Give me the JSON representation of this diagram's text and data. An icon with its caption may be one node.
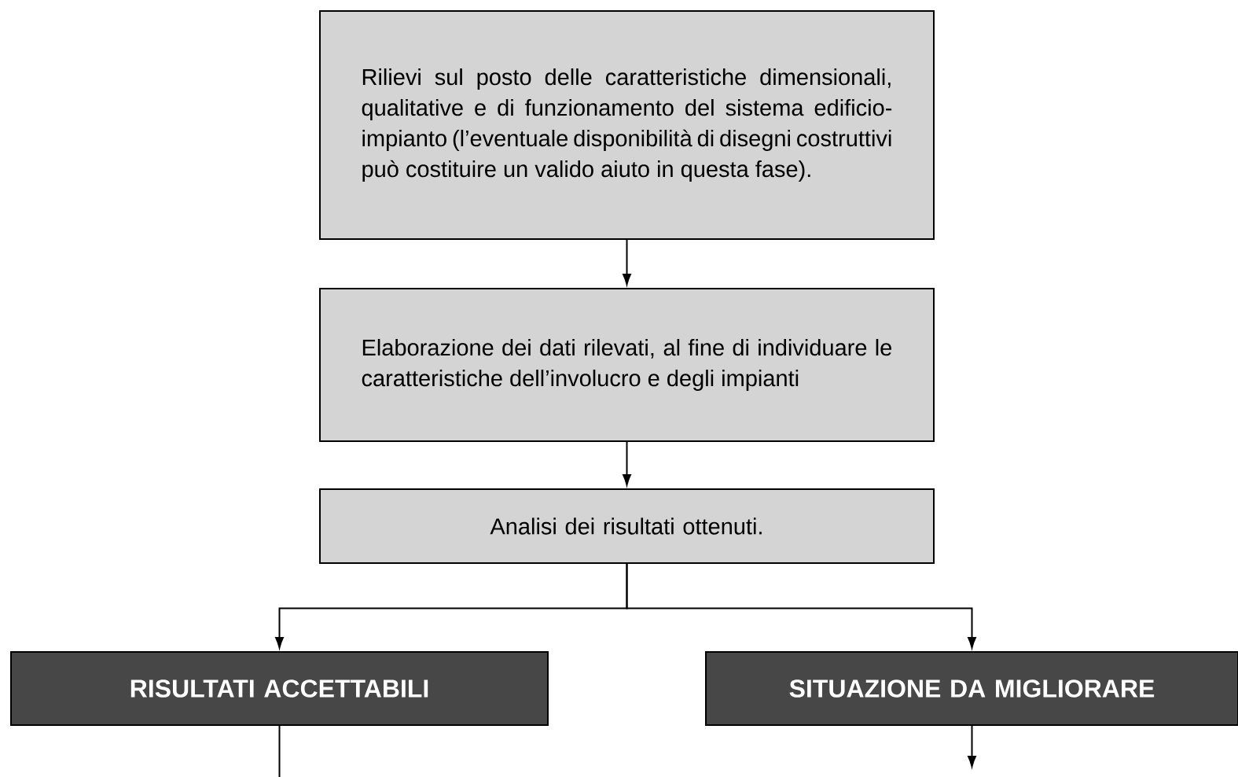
{
  "diagram": {
    "nodes": [
      {
        "text": [
          "Rilievi sul posto delle caratteristiche dimensionali, qualitative e di funzionamento del sistema edificio-impianto (l’eventuale disponibilità di disegni costruttivi può costituire un valido aiuto in questa fase)."
        ]
      },
      {
        "text": [
          "Elaborazione dei dati rilevati, al fine di individuare le caratteristiche dell’involucro e degli impianti"
        ]
      },
      {
        "text": [
          "Analisi dei risultati ottenuti."
        ]
      },
      {
        "text": [
          "RISULTATI ACCETTABILI"
        ]
      },
      {
        "text": [
          "SITUAZIONE DA MIGLIORARE"
        ]
      }
    ],
    "edges": [
      {
        "from": 0,
        "to": 1,
        "arrow": "to"
      },
      {
        "from": 1,
        "to": 2,
        "arrow": "to"
      },
      {
        "from": 2,
        "to": 3,
        "arrow": "to"
      },
      {
        "from": 2,
        "to": 4,
        "arrow": "to"
      },
      {
        "from": 3,
        "to": null,
        "arrow": "none"
      },
      {
        "from": 4,
        "to": null,
        "arrow": "to"
      }
    ]
  }
}
